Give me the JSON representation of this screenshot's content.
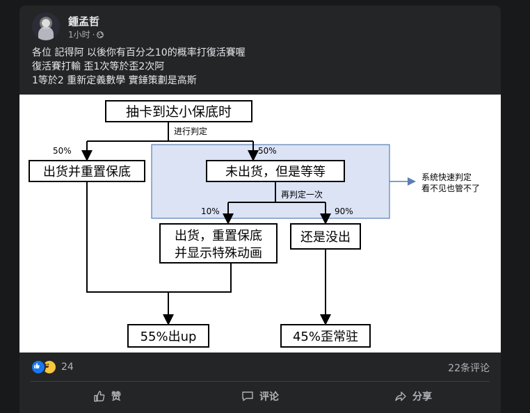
{
  "post": {
    "author": "鍾孟哲",
    "time": "1小时",
    "meta_sep": "·",
    "privacy_icon": "globe-icon",
    "lines": [
      "各位 記得阿 以後你有百分之10的概率打復活賽喔",
      "復活賽打輸 歪1次等於歪2次阿",
      "1等於2  重新定義數學 實錘策劃是高斯"
    ]
  },
  "diagram": {
    "start": "抽卡到达小保底时",
    "judge": "进行判定",
    "left_pct": "50%",
    "right_pct": "50%",
    "reset": "出货并重置保底",
    "not_yet": "未出货，但是等等",
    "rejudge": "再判定一次",
    "pct_10": "10%",
    "pct_90": "90%",
    "special_1": "出货，重置保底",
    "special_2": "并显示特殊动画",
    "still_no": "还是没出",
    "result_up": "55%出up",
    "result_off": "45%歪常驻",
    "note_1": "系统快速判定",
    "note_2": "看不见也管不了"
  },
  "footer": {
    "reaction_icons": [
      "like-icon",
      "haha-icon"
    ],
    "reaction_count": "24",
    "comment_count": "22条评论",
    "like_label": "赞",
    "comment_label": "评论",
    "share_label": "分享"
  },
  "colors": {
    "page_bg": "#18191a",
    "card_bg": "#242526",
    "text_primary": "#e4e6eb",
    "text_secondary": "#b0b3b8",
    "highlight_fill": "#dbe3f5",
    "highlight_stroke": "#5a7fb5",
    "like_blue": "#1877f2"
  }
}
